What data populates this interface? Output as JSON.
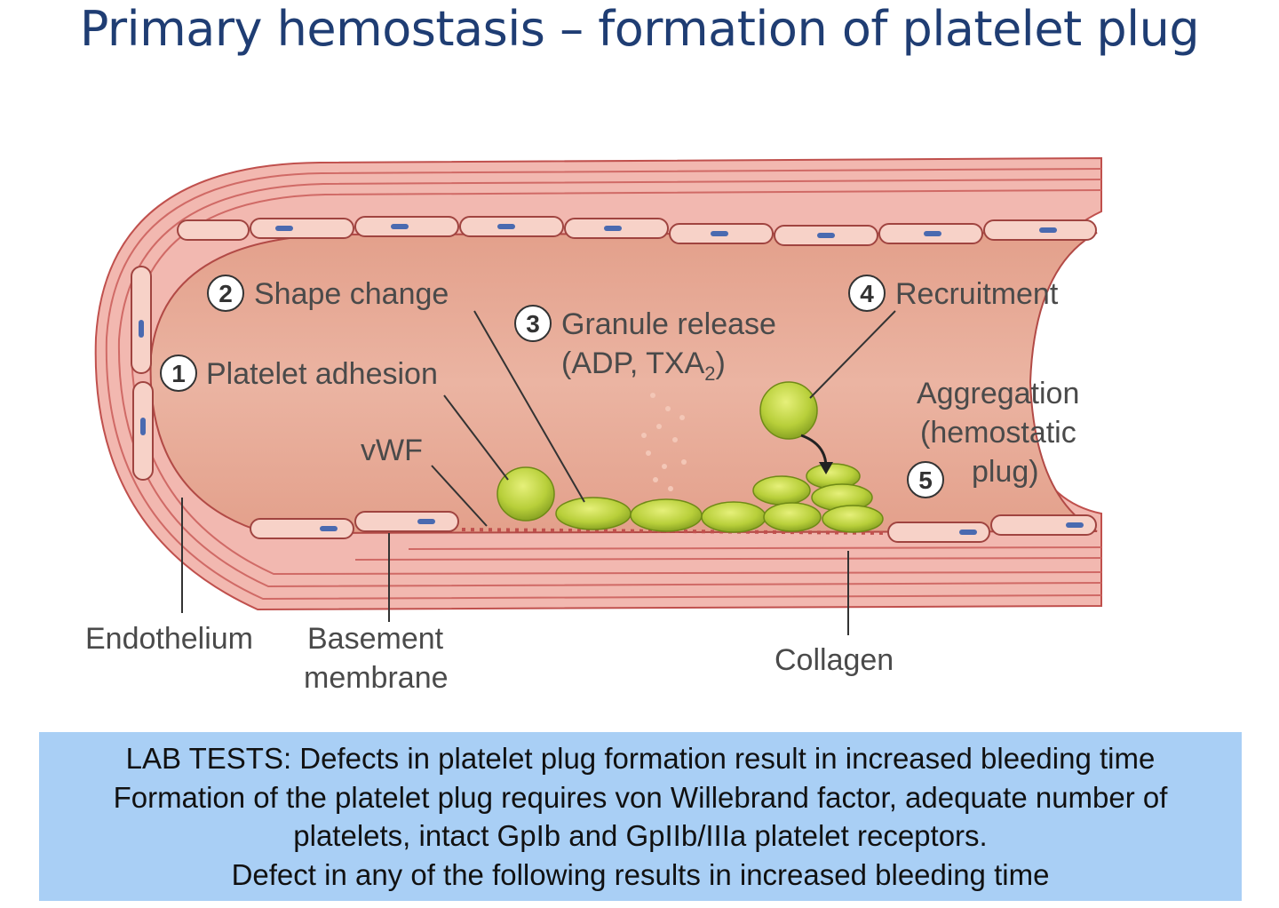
{
  "title": "Primary hemostasis – formation of platelet plug",
  "diagram": {
    "steps": [
      {
        "num": "1",
        "label": "Platelet adhesion"
      },
      {
        "num": "2",
        "label": "Shape change"
      },
      {
        "num": "3",
        "label": "Granule release",
        "label2": "(ADP, TXA",
        "label2_sub": "2",
        "label2_end": ")"
      },
      {
        "num": "4",
        "label": "Recruitment"
      },
      {
        "num": "5",
        "label": "Aggregation",
        "label2": "(hemostatic",
        "label3": "plug)"
      }
    ],
    "vwf": "vWF",
    "endothelium": "Endothelium",
    "basement_1": "Basement",
    "basement_2": "membrane",
    "collagen": "Collagen"
  },
  "lab_tests": {
    "line1": "LAB TESTS: Defects in platelet plug formation result in increased bleeding time",
    "line2": "Formation of the platelet plug requires von Willebrand factor, adequate number of",
    "line3": "platelets, intact GpIb and GpIIb/IIIa platelet receptors.",
    "line4": "Defect in any of the following results in increased bleeding time"
  },
  "colors": {
    "title": "#1f3d73",
    "lumen": "#e6a894",
    "wall": "#f2b8b0",
    "platelet": "#b8cf3a",
    "lab_box": "#a9cff5"
  }
}
